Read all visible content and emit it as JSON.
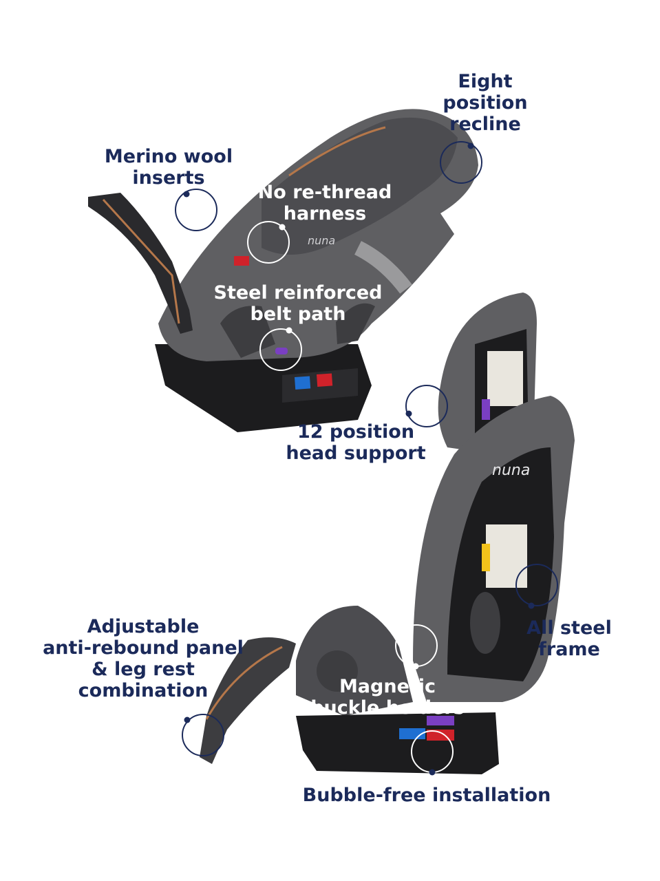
{
  "colors": {
    "navy": "#1b2a5a",
    "seat_gray": "#5f5f62",
    "seat_dark": "#3d3d40",
    "base_black": "#1c1c1e",
    "accent_tan": "#b5774a",
    "blue_tag": "#1f6fd1",
    "red_tag": "#d0222a",
    "purple_tag": "#7a3fc2"
  },
  "brand": "nuna",
  "callouts": {
    "merino": {
      "line1": "Merino wool",
      "line2": "inserts"
    },
    "recline": {
      "line1": "Eight",
      "line2": "position",
      "line3": "recline"
    },
    "harness": {
      "line1": "No re-thread",
      "line2": "harness"
    },
    "beltpath": {
      "line1": "Steel reinforced",
      "line2": "belt path"
    },
    "headsupport": {
      "line1": "12 position",
      "line2": "head support"
    },
    "antirebound": {
      "line1": "Adjustable",
      "line2": "anti-rebound panel",
      "line3": "& leg rest",
      "line4": "combination"
    },
    "frame": {
      "line1": "All steel",
      "line2": "frame"
    },
    "buckle": {
      "line1": "Magnetic",
      "line2": "buckle holders"
    },
    "bubble": {
      "line1": "Bubble-free installation"
    }
  }
}
